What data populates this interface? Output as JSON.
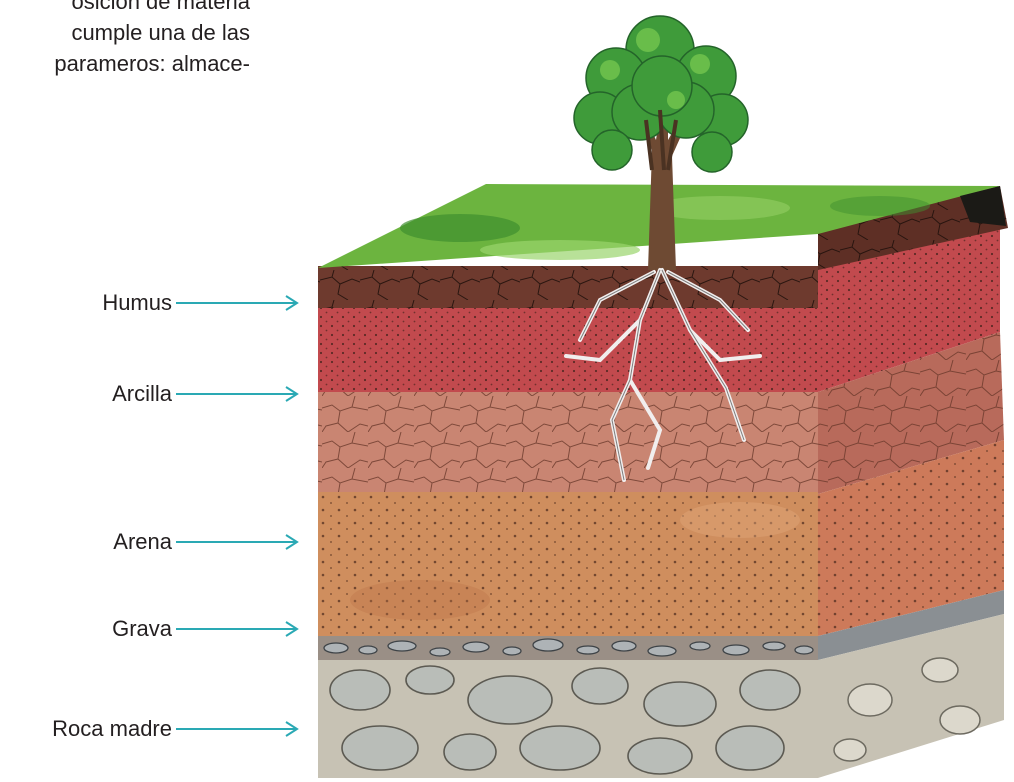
{
  "intro_text": {
    "lines": [
      "osición de materia",
      "cumple una de las",
      "parameros: almace-"
    ]
  },
  "layers": [
    {
      "label": "Humus"
    },
    {
      "label": "Arcilla"
    },
    {
      "label": "Arena"
    },
    {
      "label": "Grava"
    },
    {
      "label": "Roca madre"
    }
  ],
  "colors": {
    "arrow": "#2aa9b4",
    "grass": "#6cb43f",
    "humus": "#6e3a2e",
    "clay_red": "#c24a4e",
    "clay_cracked": "#c98572",
    "sand": "#cf8e5e",
    "gravel": "#8a8f93",
    "bedrock": "#c7c2b4",
    "tree_foliage": "#3f9b3a",
    "trunk": "#6e4a33"
  },
  "icons": {
    "tree": "tree-icon",
    "arrow": "arrow-right-icon"
  }
}
